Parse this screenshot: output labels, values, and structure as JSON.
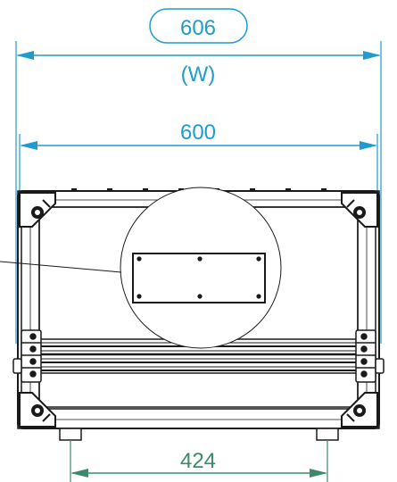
{
  "dimensions": {
    "outer_width": "606",
    "outer_width_note": "(W)",
    "inner_width": "600",
    "foot_spacing": "424"
  },
  "colors": {
    "dimension_blue": "#1f9bd0",
    "dimension_green": "#3c8a68",
    "outline": "#1a1a1a",
    "background": "#ffffff"
  }
}
